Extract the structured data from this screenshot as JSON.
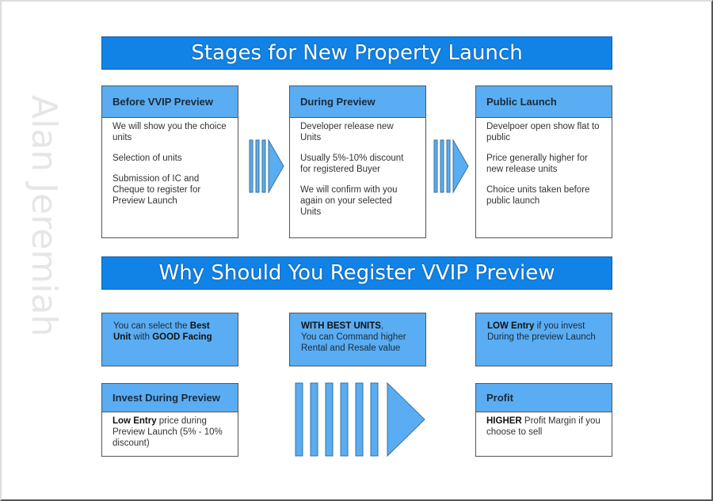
{
  "title": "Stages for New Property Launch",
  "stages": [
    {
      "header": "Before VVIP Preview",
      "items": [
        "We will show you the choice units",
        "Selection of units",
        "Submission of IC and Cheque to register for Preview Launch"
      ]
    },
    {
      "header": "During Preview",
      "items": [
        "Developer release new Units",
        "Usually 5%-10% discount for registered Buyer",
        "We will confirm with you again on your selected Units"
      ]
    },
    {
      "header": "Public Launch",
      "items": [
        "Develpoer open show flat to public",
        "Price generally higher for new release units",
        "Choice units taken before public launch"
      ]
    }
  ],
  "subtitle": "Why Should You Register VVIP Preview",
  "watermark": "Alan Jeremiah",
  "reasons": {
    "r1": {
      "a": "You can select the ",
      "b": "Best Unit",
      "c": " with ",
      "d": "GOOD Facing"
    },
    "r2": {
      "a": "WITH BEST UNITS",
      "b": ",",
      "c": "You can Command higher Rental and Resale value"
    },
    "r3": {
      "a": "LOW Entry",
      "b": " if you invest During the preview Launch"
    },
    "invest": {
      "header": "Invest During Preview",
      "bold": "Low Entry",
      "rest": " price during Preview Launch (5% - 10% discount)"
    },
    "profit": {
      "header": "Profit",
      "bold": "HIGHER",
      "rest": " Profit Margin if you choose to sell"
    }
  },
  "colors": {
    "banner": "#1283e6",
    "box_header": "#5aadf2"
  }
}
